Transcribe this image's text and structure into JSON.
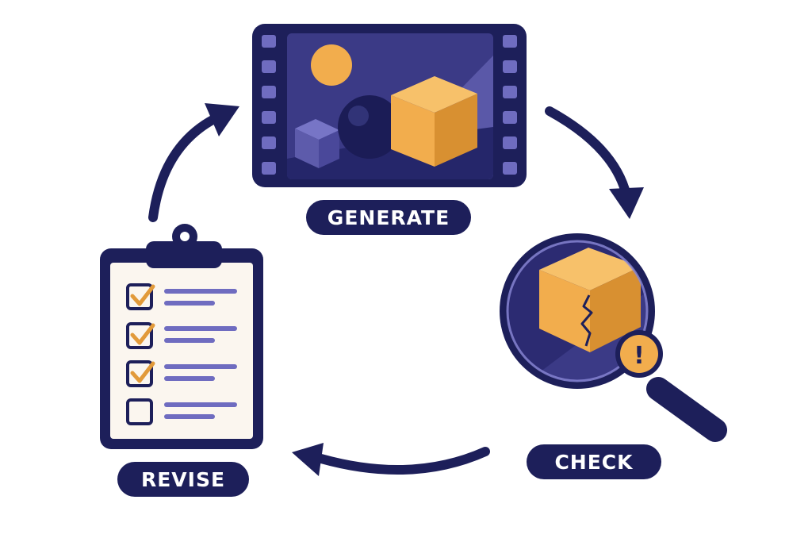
{
  "diagram": {
    "steps": [
      {
        "id": "generate",
        "label": "GENERATE",
        "icon": "film-frame-icon"
      },
      {
        "id": "check",
        "label": "CHECK",
        "icon": "magnifier-icon"
      },
      {
        "id": "revise",
        "label": "REVISE",
        "icon": "clipboard-checklist-icon"
      }
    ],
    "alert_glyph": "!"
  },
  "colors": {
    "navy": "#1d1f5a",
    "purple": "#5a58a8",
    "lavender": "#6f6cc0",
    "orange": "#f2ad4d",
    "paper": "#fbf6ef",
    "white": "#ffffff"
  }
}
